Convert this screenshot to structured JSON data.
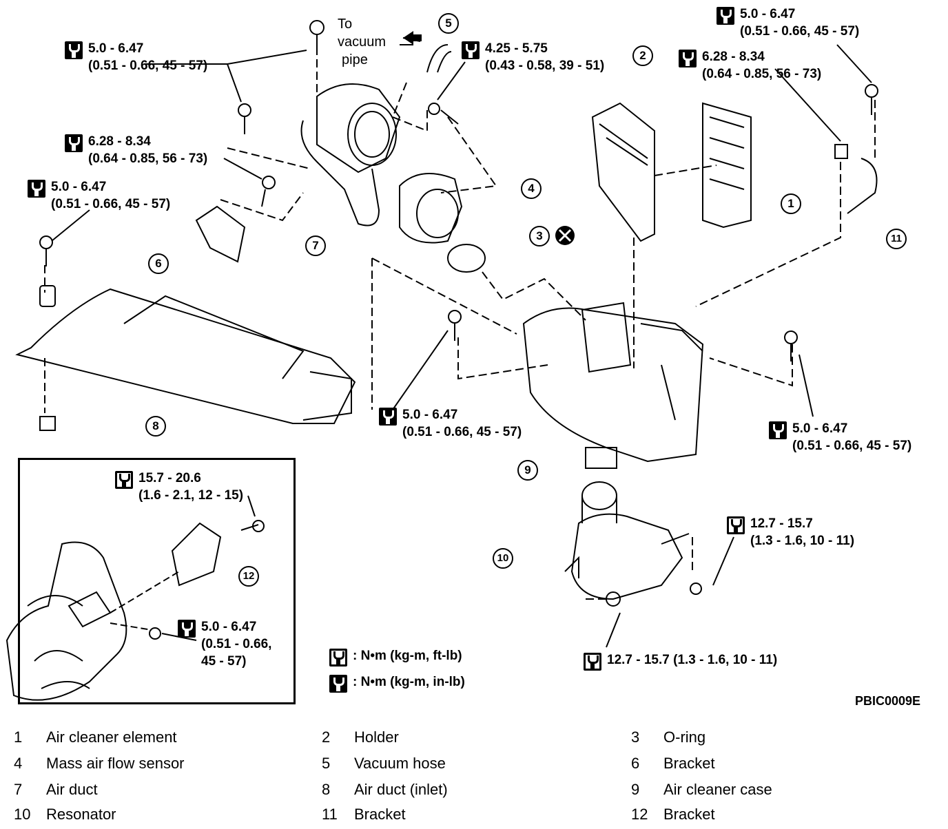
{
  "specs": [
    {
      "id": "spec-top-right-1",
      "value": "5.0 - 6.47",
      "sub": "(0.51 - 0.66, 45 - 57)",
      "type": "in-lb"
    },
    {
      "id": "spec-top-right-2",
      "value": "6.28 - 8.34",
      "sub": "(0.64 - 0.85, 56 - 73)",
      "type": "in-lb"
    },
    {
      "id": "spec-top-left-1",
      "value": "5.0 - 6.47",
      "sub": "(0.51 - 0.66, 45 - 57)",
      "type": "in-lb"
    },
    {
      "id": "spec-top-center",
      "value": "4.25 - 5.75",
      "sub": "(0.43 - 0.58, 39 - 51)",
      "type": "in-lb"
    },
    {
      "id": "spec-left-2",
      "value": "6.28 - 8.34",
      "sub": "(0.64 - 0.85, 56 - 73)",
      "type": "in-lb"
    },
    {
      "id": "spec-left-3",
      "value": "5.0 - 6.47",
      "sub": "(0.51 - 0.66, 45 - 57)",
      "type": "in-lb"
    },
    {
      "id": "spec-center",
      "value": "5.0 - 6.47",
      "sub": "(0.51 - 0.66, 45 - 57)",
      "type": "in-lb"
    },
    {
      "id": "spec-right",
      "value": "5.0 - 6.47",
      "sub": "(0.51 - 0.66, 45 - 57)",
      "type": "in-lb"
    },
    {
      "id": "spec-inset-top",
      "value": "15.7 - 20.6",
      "sub": "(1.6 - 2.1, 12 - 15)",
      "type": "ft-lb"
    },
    {
      "id": "spec-inset-bottom",
      "value": "5.0 - 6.47",
      "sub": "(0.51 - 0.66,",
      "sub2": "45 - 57)",
      "type": "in-lb"
    },
    {
      "id": "spec-resonator-right",
      "value": "12.7 - 15.7",
      "sub": "(1.3 - 1.6, 10 - 11)",
      "type": "ft-lb"
    },
    {
      "id": "spec-resonator-bottom",
      "value": "12.7 - 15.7 (1.3 - 1.6, 10 - 11)",
      "type": "ft-lb"
    }
  ],
  "vacuum_note": [
    "To",
    "vacuum",
    "pipe"
  ],
  "callouts": [
    "1",
    "2",
    "3",
    "4",
    "5",
    "6",
    "7",
    "8",
    "9",
    "10",
    "11",
    "12"
  ],
  "key": {
    "ftlb": ":  N•m  (kg-m,  ft-lb)",
    "inlb": ":  N•m  (kg-m,  in-lb)"
  },
  "figure_code": "PBIC0009E",
  "legend": [
    {
      "num": "1",
      "name": "Air cleaner element"
    },
    {
      "num": "2",
      "name": "Holder"
    },
    {
      "num": "3",
      "name": "O-ring"
    },
    {
      "num": "4",
      "name": "Mass air flow sensor"
    },
    {
      "num": "5",
      "name": "Vacuum hose"
    },
    {
      "num": "6",
      "name": "Bracket"
    },
    {
      "num": "7",
      "name": "Air duct"
    },
    {
      "num": "8",
      "name": "Air duct (inlet)"
    },
    {
      "num": "9",
      "name": "Air cleaner case"
    },
    {
      "num": "10",
      "name": "Resonator"
    },
    {
      "num": "11",
      "name": "Bracket"
    },
    {
      "num": "12",
      "name": "Bracket"
    }
  ]
}
